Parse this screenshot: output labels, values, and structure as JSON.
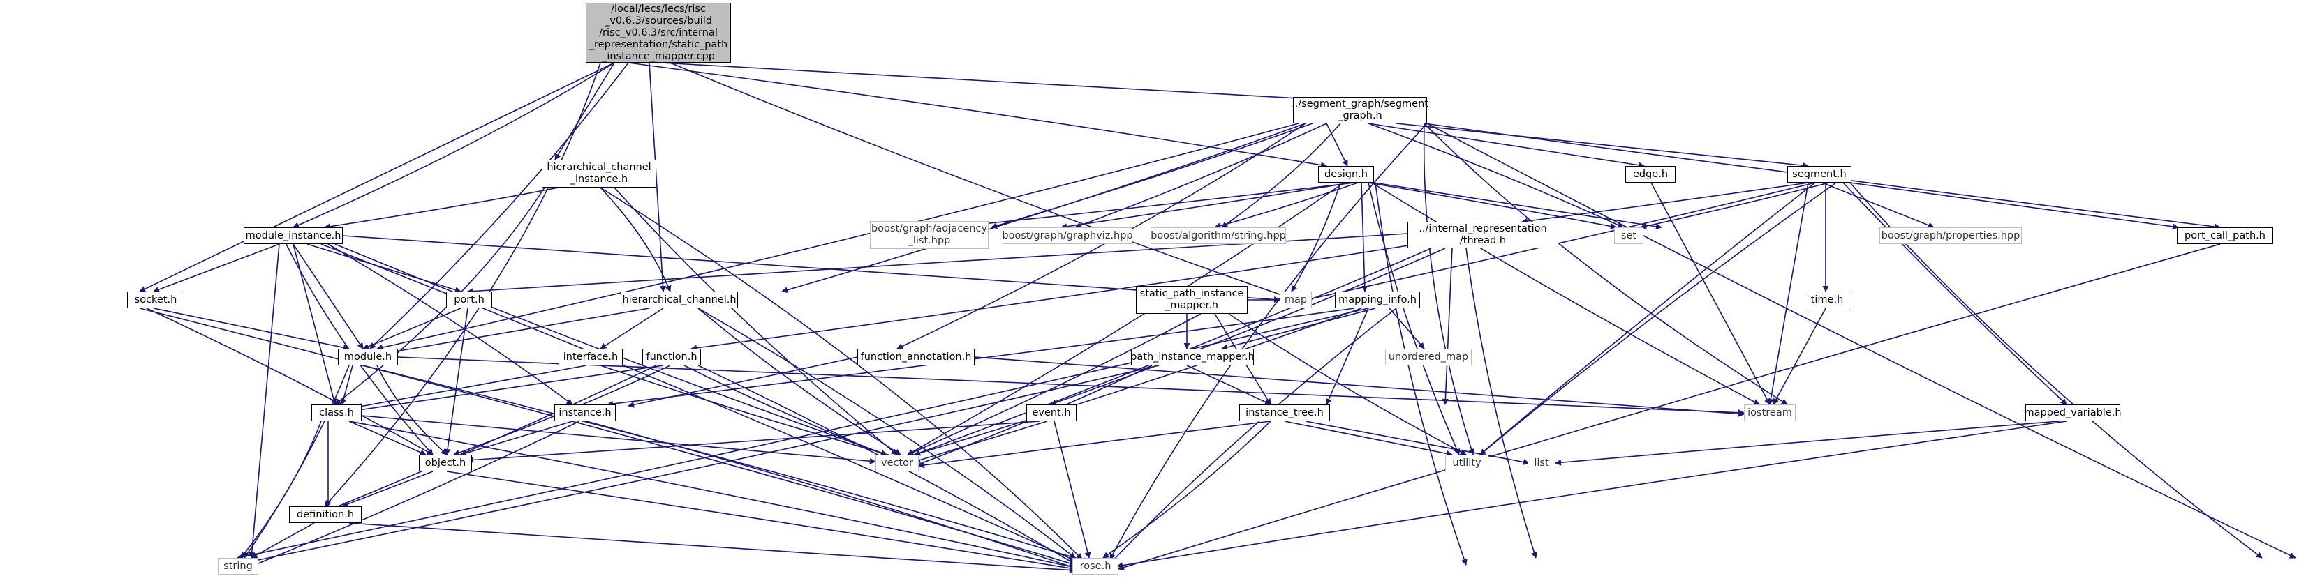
{
  "colors": {
    "edge": "#191970",
    "border": "#000000",
    "external_border": "#bfbfbf",
    "root_fill": "#bfbfbf",
    "background": "#ffffff"
  },
  "nodes": {
    "root": {
      "lines": [
        "/local/lecs/lecs/risc",
        "_v0.6.3/sources/build",
        "/risc_v0.6.3/src/internal",
        "_representation/static_path",
        "_instance_mapper.cpp"
      ]
    },
    "segment_graph": {
      "lines": [
        "../segment_graph/segment",
        "_graph.h"
      ]
    },
    "hierarchical_channel_instance": {
      "lines": [
        "hierarchical_channel",
        "_instance.h"
      ]
    },
    "design": {
      "lines": [
        "design.h"
      ]
    },
    "edge": {
      "lines": [
        "edge.h"
      ]
    },
    "segment": {
      "lines": [
        "segment.h"
      ]
    },
    "module_instance": {
      "lines": [
        "module_instance.h"
      ]
    },
    "boost_adjacency": {
      "lines": [
        "boost/graph/adjacency",
        "_list.hpp"
      ]
    },
    "boost_graphviz": {
      "lines": [
        "boost/graph/graphviz.hpp"
      ]
    },
    "boost_string": {
      "lines": [
        "boost/algorithm/string.hpp"
      ]
    },
    "set": {
      "lines": [
        "set"
      ]
    },
    "thread": {
      "lines": [
        "../internal_representation",
        "/thread.h"
      ]
    },
    "boost_properties": {
      "lines": [
        "boost/graph/properties.hpp"
      ]
    },
    "port_call_path": {
      "lines": [
        "port_call_path.h"
      ]
    },
    "socket": {
      "lines": [
        "socket.h"
      ]
    },
    "port": {
      "lines": [
        "port.h"
      ]
    },
    "hierarchical_channel": {
      "lines": [
        "hierarchical_channel.h"
      ]
    },
    "map": {
      "lines": [
        "map"
      ]
    },
    "static_path_instance_mapper": {
      "lines": [
        "static_path_instance",
        "_mapper.h"
      ]
    },
    "mapping_info": {
      "lines": [
        "mapping_info.h"
      ]
    },
    "time": {
      "lines": [
        "time.h"
      ]
    },
    "module": {
      "lines": [
        "module.h"
      ]
    },
    "interface": {
      "lines": [
        "interface.h"
      ]
    },
    "function": {
      "lines": [
        "function.h"
      ]
    },
    "function_annotation": {
      "lines": [
        "function_annotation.h"
      ]
    },
    "unordered_map": {
      "lines": [
        "unordered_map"
      ]
    },
    "path_instance_mapper": {
      "lines": [
        "path_instance_mapper.h"
      ]
    },
    "class": {
      "lines": [
        "class.h"
      ]
    },
    "instance": {
      "lines": [
        "instance.h"
      ]
    },
    "event": {
      "lines": [
        "event.h"
      ]
    },
    "instance_tree": {
      "lines": [
        "instance_tree.h"
      ]
    },
    "iostream": {
      "lines": [
        "iostream"
      ]
    },
    "mapped_variable": {
      "lines": [
        "mapped_variable.h"
      ]
    },
    "object": {
      "lines": [
        "object.h"
      ]
    },
    "vector": {
      "lines": [
        "vector"
      ]
    },
    "utility": {
      "lines": [
        "utility"
      ]
    },
    "list": {
      "lines": [
        "list"
      ]
    },
    "definition": {
      "lines": [
        "definition.h"
      ]
    },
    "string": {
      "lines": [
        "string"
      ]
    },
    "rose": {
      "lines": [
        "rose.h"
      ]
    }
  }
}
